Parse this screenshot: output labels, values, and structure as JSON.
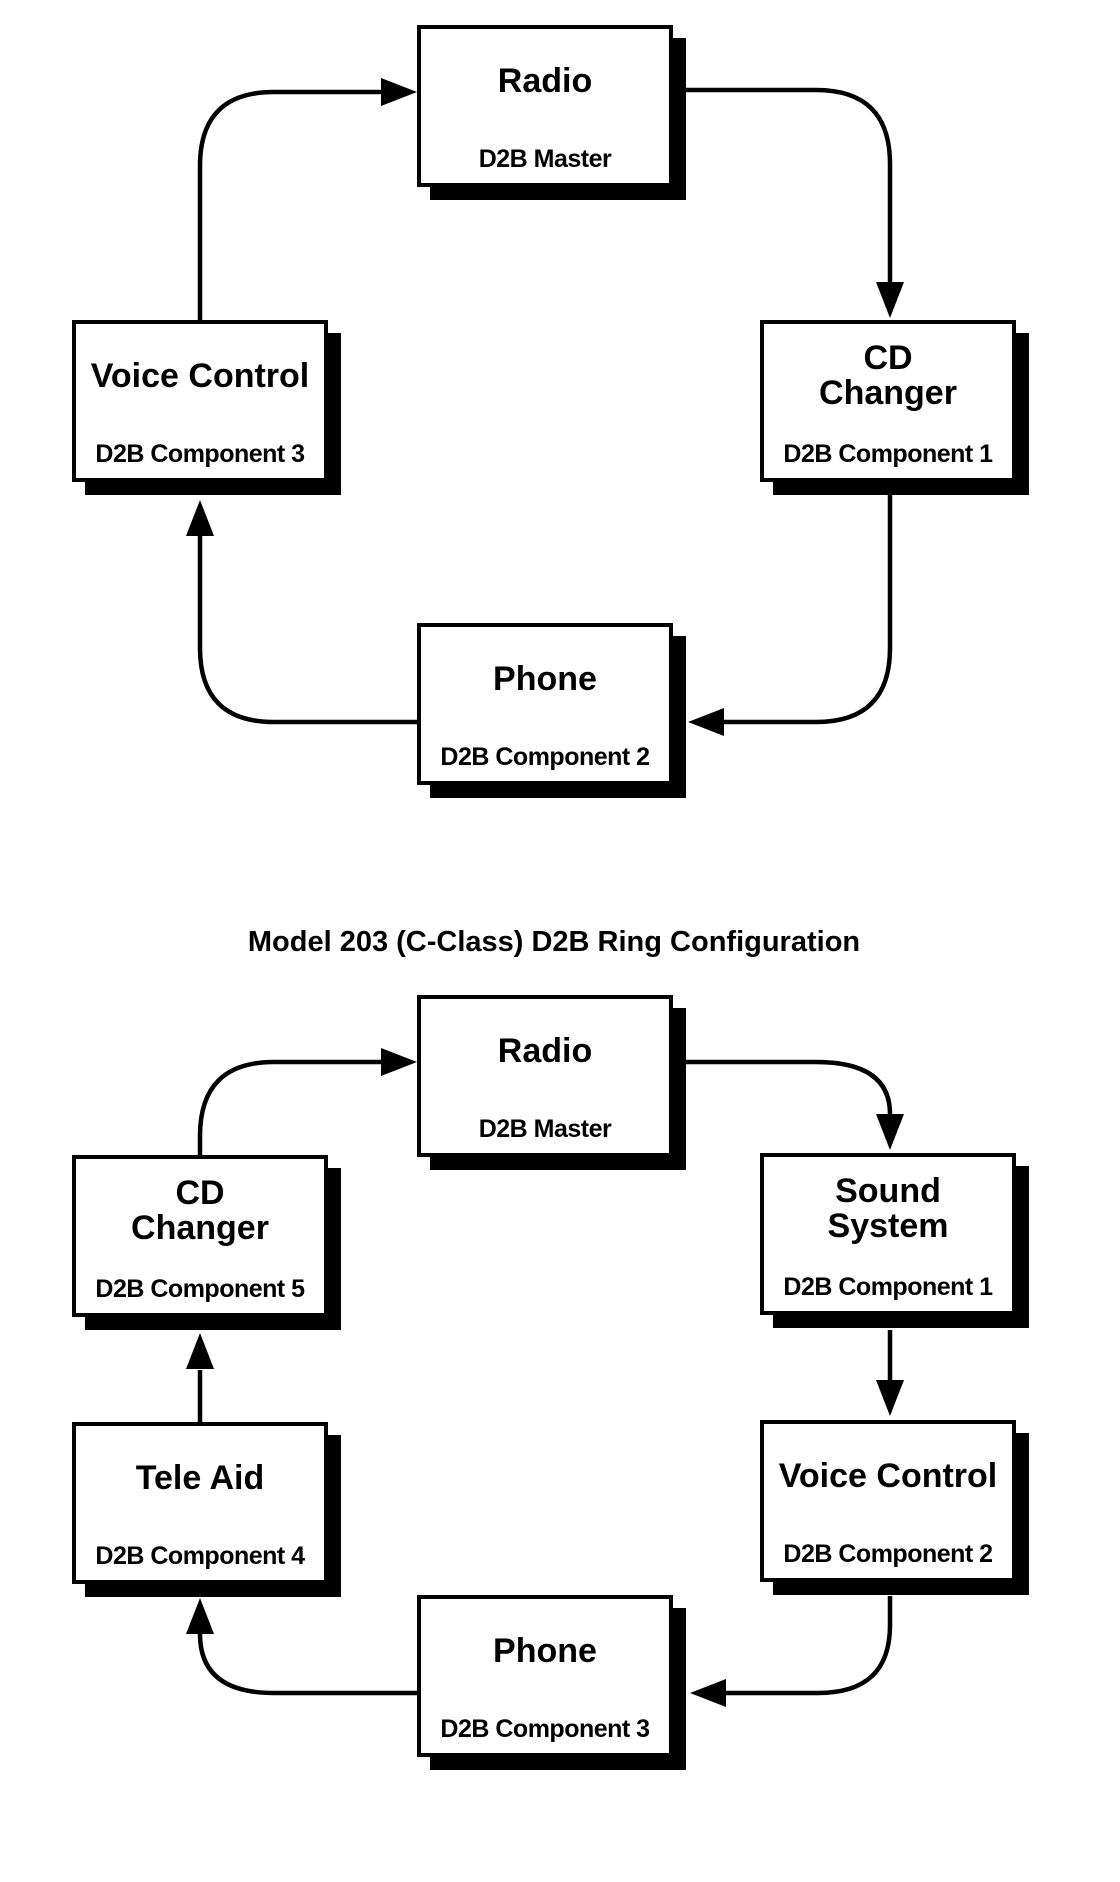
{
  "figure_title": "Model 203 (C-Class) D2B Ring Configuration",
  "colors": {
    "ink": "#000000",
    "paper": "#ffffff"
  },
  "diagram1": {
    "nodes": {
      "radio": {
        "title": "Radio",
        "subtitle": "D2B Master"
      },
      "cd_changer": {
        "title": "CD\nChanger",
        "subtitle": "D2B Component 1"
      },
      "phone": {
        "title": "Phone",
        "subtitle": "D2B Component 2"
      },
      "voice_control": {
        "title": "Voice Control",
        "subtitle": "D2B Component 3"
      }
    },
    "ring_order": [
      "Radio",
      "CD Changer",
      "Phone",
      "Voice Control",
      "Radio"
    ]
  },
  "diagram2": {
    "nodes": {
      "radio": {
        "title": "Radio",
        "subtitle": "D2B Master"
      },
      "sound_system": {
        "title": "Sound\nSystem",
        "subtitle": "D2B Component 1"
      },
      "voice_control": {
        "title": "Voice Control",
        "subtitle": "D2B Component 2"
      },
      "phone": {
        "title": "Phone",
        "subtitle": "D2B Component 3"
      },
      "tele_aid": {
        "title": "Tele Aid",
        "subtitle": "D2B Component 4"
      },
      "cd_changer": {
        "title": "CD\nChanger",
        "subtitle": "D2B Component 5"
      }
    },
    "ring_order": [
      "Radio",
      "Sound System",
      "Voice Control",
      "Phone",
      "Tele Aid",
      "CD Changer",
      "Radio"
    ]
  }
}
